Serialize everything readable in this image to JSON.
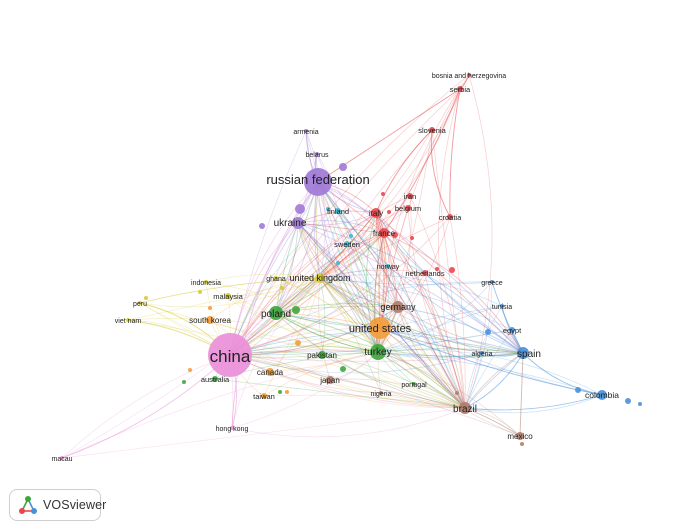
{
  "app": {
    "name": "VOSviewer"
  },
  "colors": {
    "red": "#e8474c",
    "green": "#3ea63e",
    "blue": "#4a90d9",
    "yellow": "#d8c934",
    "purple": "#a07ad6",
    "cyan": "#39b8d1",
    "orange": "#f39c3c",
    "brown": "#b07d6b",
    "pink": "#ea8fd9"
  },
  "nodes": [
    {
      "id": "china",
      "label": "china",
      "cluster": "pink"
    },
    {
      "id": "russian-federation",
      "label": "russian federation",
      "cluster": "purple"
    },
    {
      "id": "united-states",
      "label": "united states",
      "cluster": "orange"
    },
    {
      "id": "turkey",
      "label": "turkey",
      "cluster": "green"
    },
    {
      "id": "poland",
      "label": "poland",
      "cluster": "green"
    },
    {
      "id": "spain",
      "label": "spain",
      "cluster": "blue"
    },
    {
      "id": "brazil",
      "label": "brazil",
      "cluster": "brown"
    },
    {
      "id": "germany",
      "label": "germany",
      "cluster": "brown"
    },
    {
      "id": "ukraine",
      "label": "ukraine",
      "cluster": "purple"
    },
    {
      "id": "united-kingdom",
      "label": "united kingdom",
      "cluster": "yellow"
    },
    {
      "id": "italy",
      "label": "italy",
      "cluster": "red"
    },
    {
      "id": "france",
      "label": "france",
      "cluster": "red"
    },
    {
      "id": "iran",
      "label": "iran",
      "cluster": "red"
    },
    {
      "id": "belgium",
      "label": "belgium",
      "cluster": "red"
    },
    {
      "id": "croatia",
      "label": "croatia",
      "cluster": "red"
    },
    {
      "id": "serbia",
      "label": "serbia",
      "cluster": "red"
    },
    {
      "id": "slovenia",
      "label": "slovenia",
      "cluster": "red"
    },
    {
      "id": "bosnia",
      "label": "bosnia and herzegovina",
      "cluster": "red"
    },
    {
      "id": "netherlands",
      "label": "netherlands",
      "cluster": "red"
    },
    {
      "id": "finland",
      "label": "finland",
      "cluster": "cyan"
    },
    {
      "id": "sweden",
      "label": "sweden",
      "cluster": "cyan"
    },
    {
      "id": "norway",
      "label": "norway",
      "cluster": "cyan"
    },
    {
      "id": "armenia",
      "label": "armenia",
      "cluster": "purple"
    },
    {
      "id": "belarus",
      "label": "belarus",
      "cluster": "purple"
    },
    {
      "id": "colombia",
      "label": "colombia",
      "cluster": "blue"
    },
    {
      "id": "egypt",
      "label": "egypt",
      "cluster": "blue"
    },
    {
      "id": "greece",
      "label": "greece",
      "cluster": "blue"
    },
    {
      "id": "tunisia",
      "label": "tunisia",
      "cluster": "blue"
    },
    {
      "id": "algeria",
      "label": "algeria",
      "cluster": "blue"
    },
    {
      "id": "mexico",
      "label": "mexico",
      "cluster": "brown"
    },
    {
      "id": "nigeria",
      "label": "nigeria",
      "cluster": "brown"
    },
    {
      "id": "japan",
      "label": "japan",
      "cluster": "brown"
    },
    {
      "id": "pakistan",
      "label": "pakistan",
      "cluster": "green"
    },
    {
      "id": "portugal",
      "label": "portugal",
      "cluster": "green"
    },
    {
      "id": "canada",
      "label": "canada",
      "cluster": "orange"
    },
    {
      "id": "taiwan",
      "label": "taiwan",
      "cluster": "orange"
    },
    {
      "id": "south-korea",
      "label": "south korea",
      "cluster": "orange"
    },
    {
      "id": "australia",
      "label": "australia",
      "cluster": "green"
    },
    {
      "id": "indonesia",
      "label": "indonesia",
      "cluster": "yellow"
    },
    {
      "id": "malaysia",
      "label": "malaysia",
      "cluster": "yellow"
    },
    {
      "id": "ghana",
      "label": "ghana",
      "cluster": "yellow"
    },
    {
      "id": "peru",
      "label": "peru",
      "cluster": "yellow"
    },
    {
      "id": "viet-nam",
      "label": "viet nam",
      "cluster": "yellow"
    },
    {
      "id": "hong-kong",
      "label": "hong kong",
      "cluster": "pink"
    },
    {
      "id": "macau",
      "label": "macau",
      "cluster": "pink"
    }
  ]
}
